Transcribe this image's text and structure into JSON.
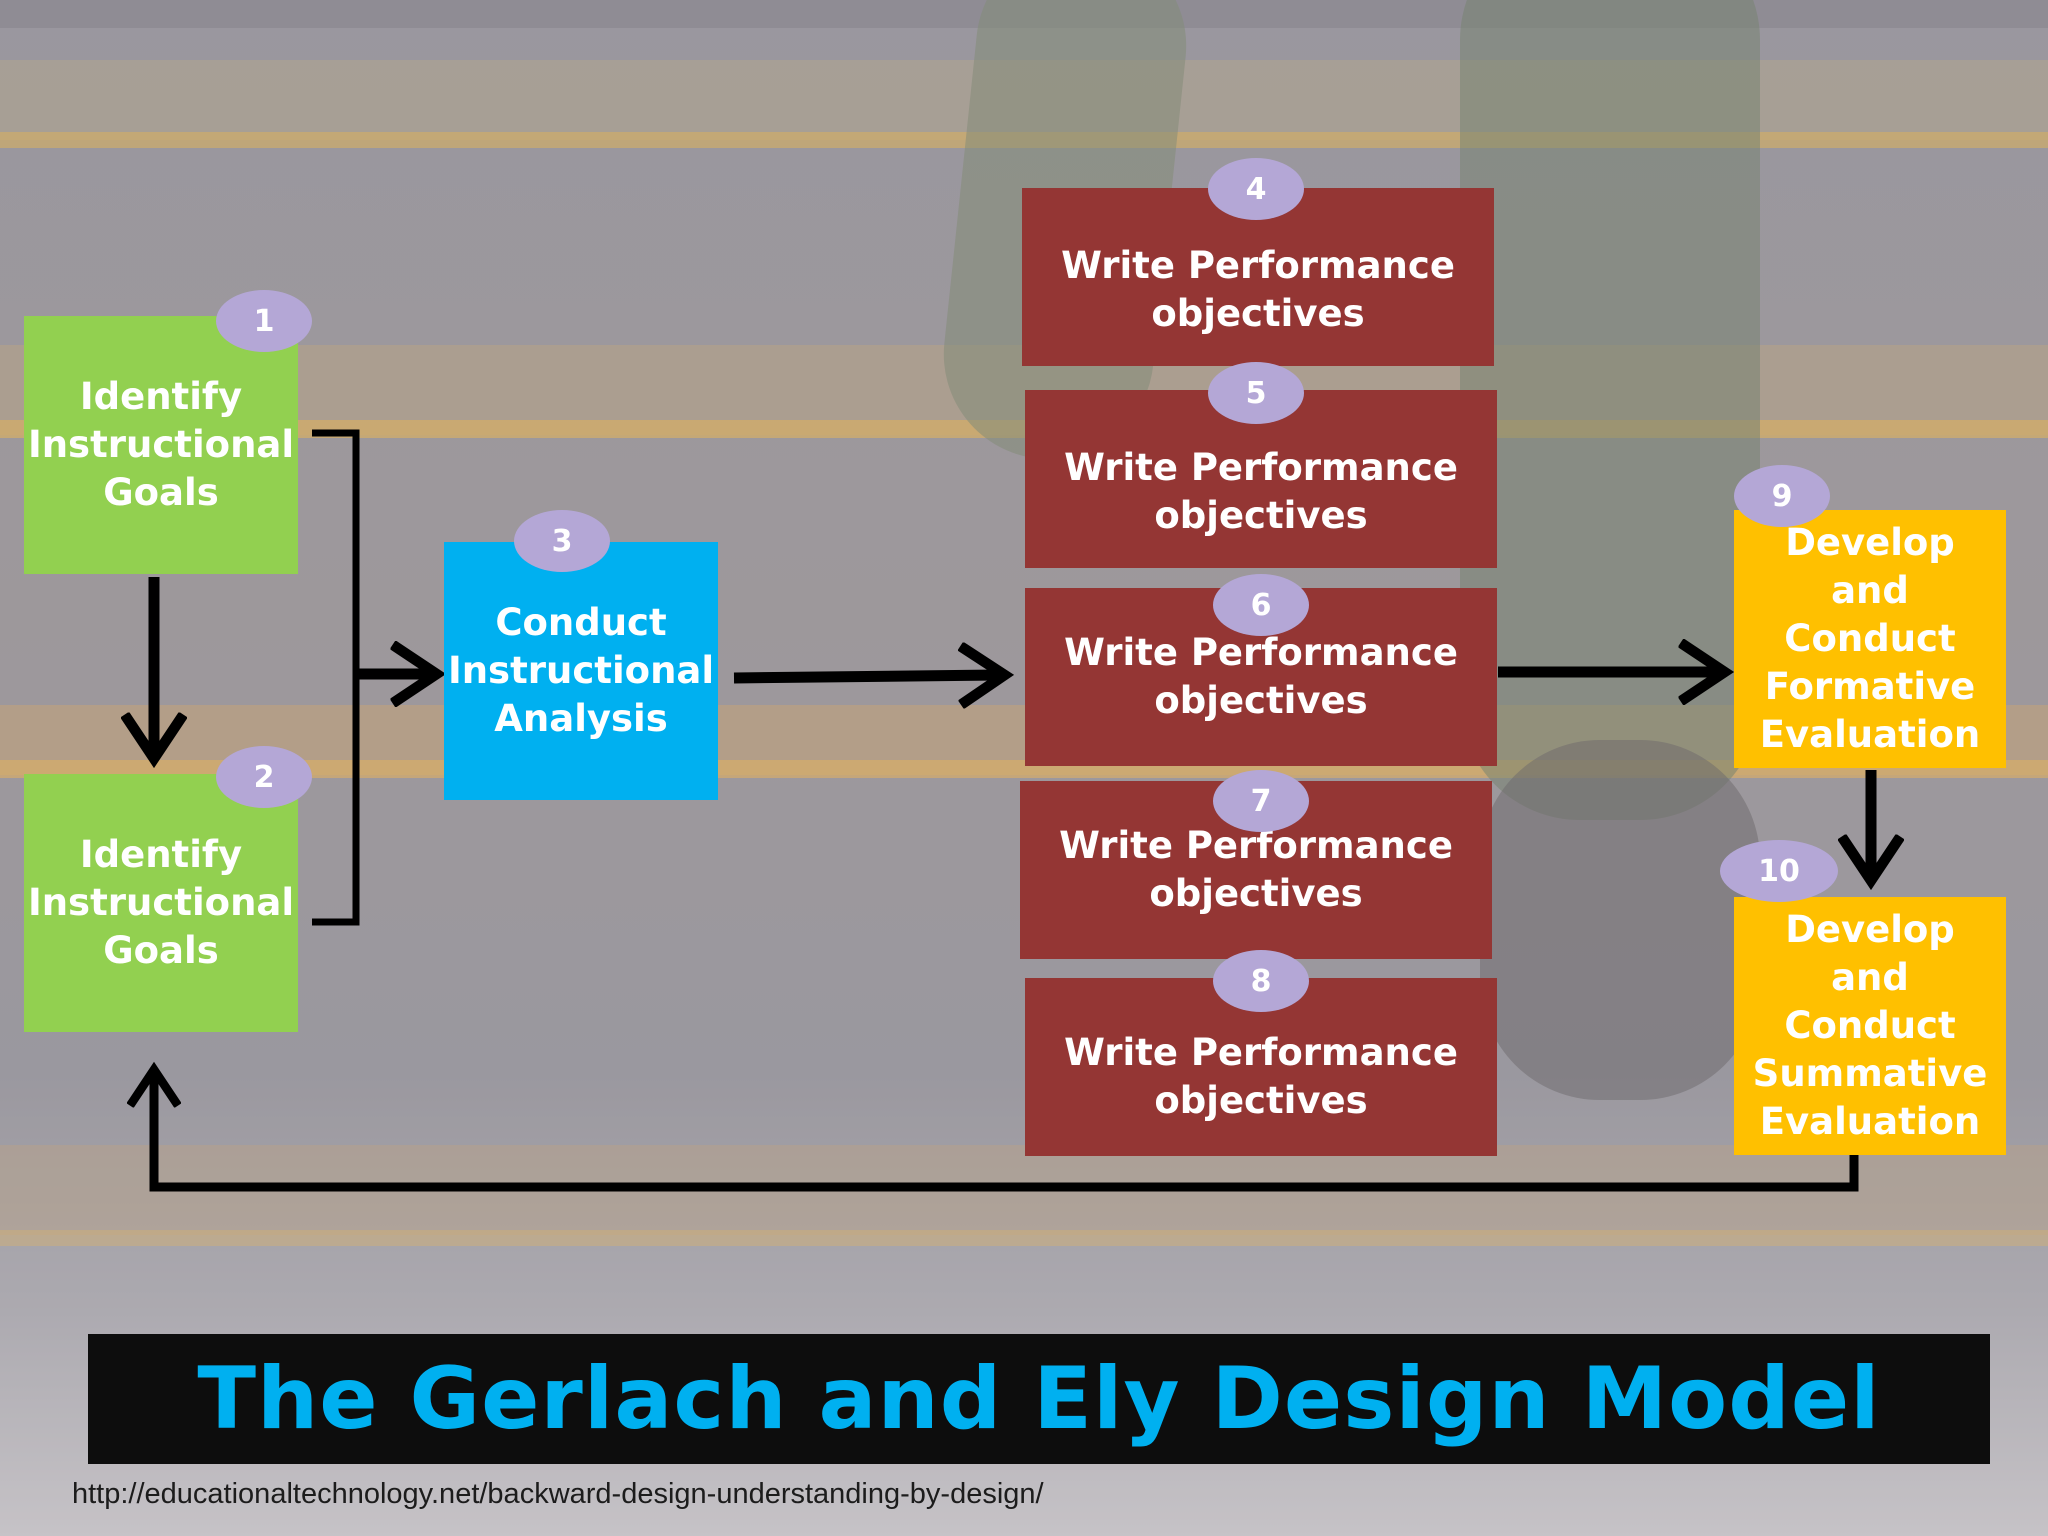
{
  "boxes": [
    {
      "id": "1",
      "lines": [
        "Identify",
        "Instructional",
        "Goals"
      ]
    },
    {
      "id": "2",
      "lines": [
        "Identify",
        "Instructional",
        "Goals"
      ]
    },
    {
      "id": "3",
      "lines": [
        "Conduct",
        "Instructional",
        "Analysis"
      ]
    },
    {
      "id": "4",
      "lines": [
        "Write Performance",
        "objectives"
      ]
    },
    {
      "id": "5",
      "lines": [
        "Write Performance",
        "objectives"
      ]
    },
    {
      "id": "6",
      "lines": [
        "Write Performance",
        "objectives"
      ]
    },
    {
      "id": "7",
      "lines": [
        "Write Performance",
        "objectives"
      ]
    },
    {
      "id": "8",
      "lines": [
        "Write Performance",
        "objectives"
      ]
    },
    {
      "id": "9",
      "lines": [
        "Develop",
        "and",
        "Conduct",
        "Formative",
        "Evaluation"
      ]
    },
    {
      "id": "10",
      "lines": [
        "Develop",
        "and",
        "Conduct",
        "Summative",
        "Evaluation"
      ]
    }
  ],
  "colors": {
    "green": "#92d050",
    "blue": "#00b0f0",
    "red": "#943634",
    "gold": "#ffc000",
    "badge": "#b4a7d6",
    "title": "#00b0f0"
  },
  "title": "The Gerlach and Ely Design Model",
  "source_url": "http://educationaltechnology.net/backward-design-understanding-by-design/"
}
